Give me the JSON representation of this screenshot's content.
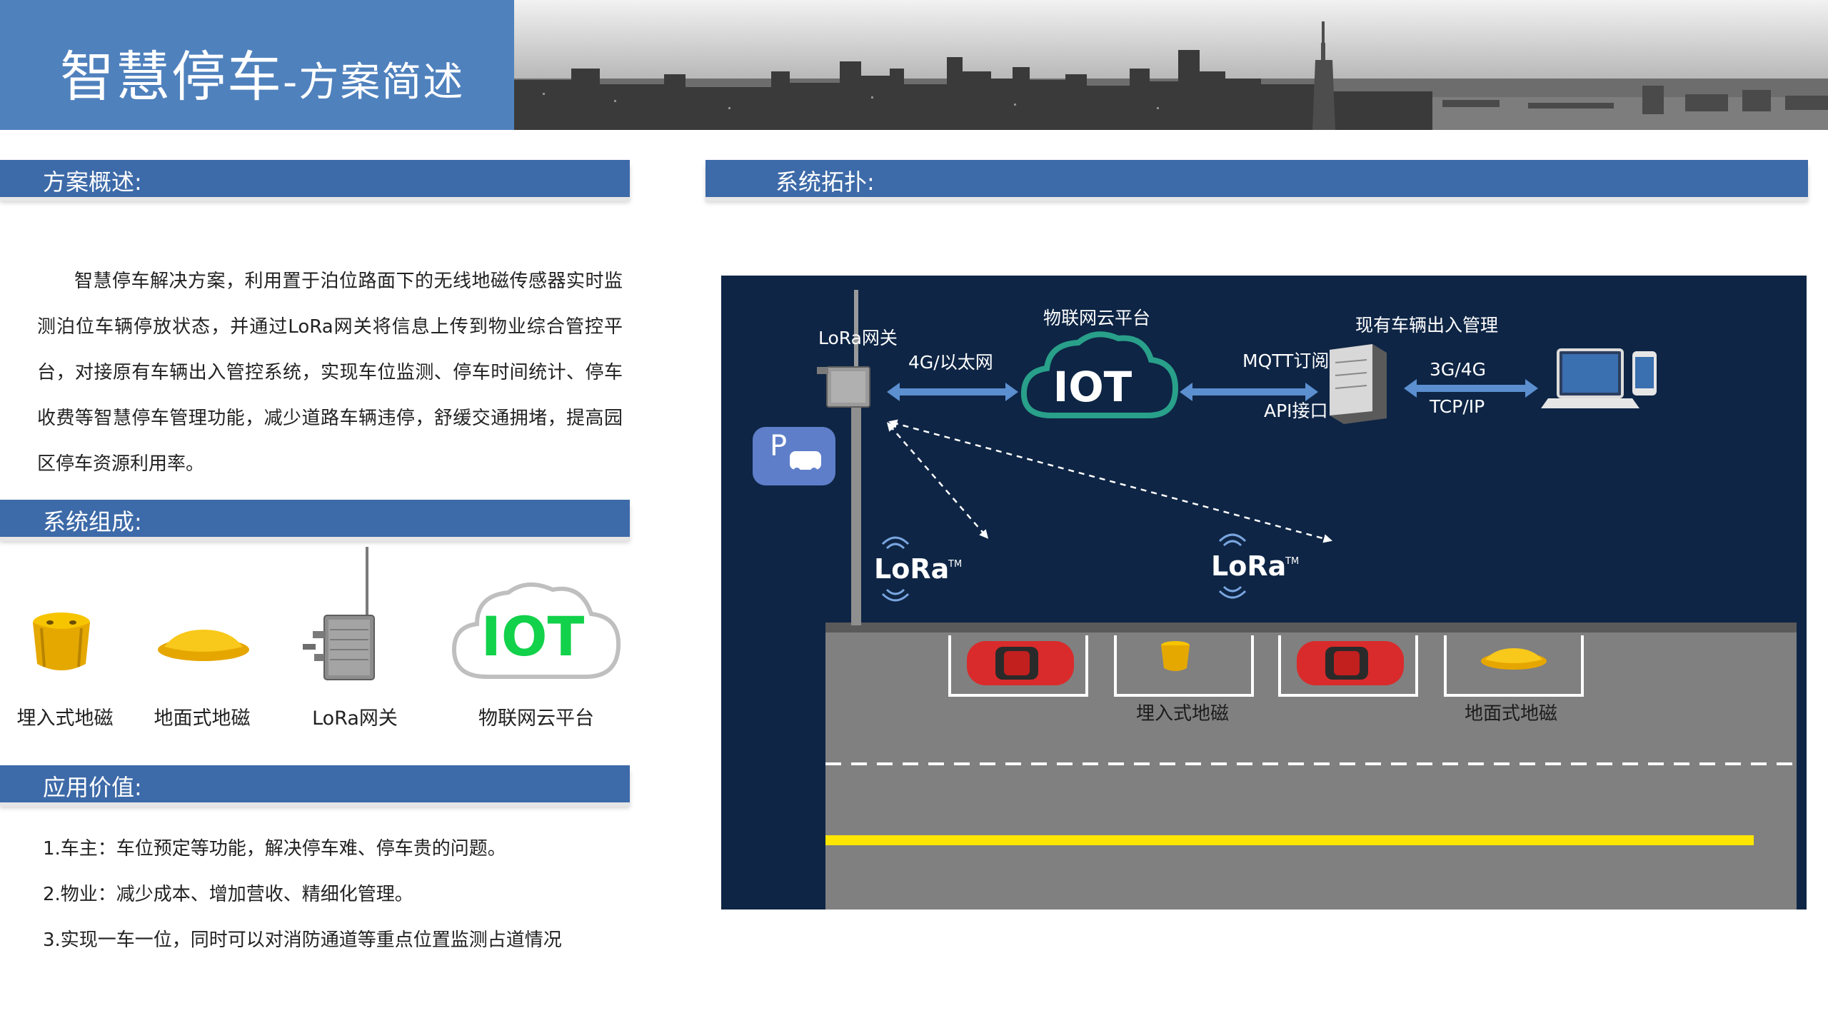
{
  "header": {
    "title_main": "智慧停车",
    "title_sub": "-方案简述"
  },
  "sections": {
    "overview": {
      "heading": "方案概述:",
      "text": "智慧停车解决方案，利用置于泊位路面下的无线地磁传感器实时监测泊位车辆停放状态，并通过LoRa网关将信息上传到物业综合管控平台，对接原有车辆出入管控系统，实现车位监测、停车时间统计、停车收费等智慧停车管理功能，减少道路车辆违停，舒缓交通拥堵，提高园区停车资源利用率。"
    },
    "composition": {
      "heading": "系统组成:",
      "items": [
        {
          "label": "埋入式地磁",
          "icon": "embedded-sensor-icon"
        },
        {
          "label": "地面式地磁",
          "icon": "surface-sensor-icon"
        },
        {
          "label": "LoRa网关",
          "icon": "lora-gateway-icon"
        },
        {
          "label": "物联网云平台",
          "icon": "iot-cloud-icon"
        }
      ],
      "iot_text": "IOT"
    },
    "value": {
      "heading": "应用价值:",
      "items": [
        "1.车主：车位预定等功能，解决停车难、停车贵的问题。",
        "2.物业：减少成本、增加营收、精细化管理。",
        "3.实现一车一位，同时可以对消防通道等重点位置监测占道情况"
      ]
    },
    "topology": {
      "heading": "系统拓扑:",
      "labels": {
        "gateway": "LoRa网关",
        "link1": "4G/以太网",
        "cloud": "物联网云平台",
        "cloud_text": "IOT",
        "link2_top": "MQTT订阅",
        "link2_bottom": "API接口",
        "server": "现有车辆出入管理",
        "link3_top": "3G/4G",
        "link3_bottom": "TCP/IP",
        "lora1": "LoRa",
        "lora2": "LoRa",
        "tm": "TM",
        "parking_sign": "P",
        "slot_embedded": "埋入式地磁",
        "slot_surface": "地面式地磁"
      },
      "colors": {
        "background": "#0e2545",
        "arrow": "#5b8fd0",
        "road": "#808080",
        "yellow_line": "#ffe600"
      }
    }
  }
}
